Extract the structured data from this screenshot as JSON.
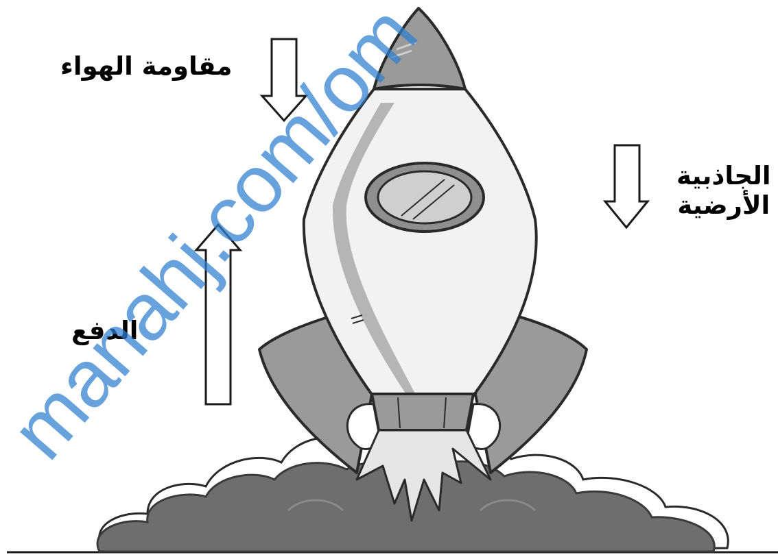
{
  "labels": {
    "air_resistance": "مقاومة الهواء",
    "gravity_line1": "الجاذبية",
    "gravity_line2": "الأرضية",
    "thrust": "الدفع"
  },
  "watermark": "manahj.com/om",
  "colors": {
    "nose_and_fins": "#9a9a9a",
    "body": "#f2f2f2",
    "stripe": "#b5b5b5",
    "smoke": "#6e6e6e",
    "outline": "#2a2a2a",
    "watermark": "#2f7fcf"
  }
}
